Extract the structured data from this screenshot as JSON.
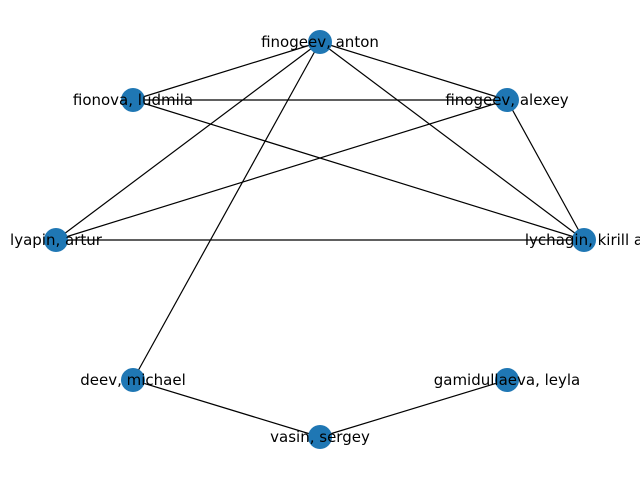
{
  "graph": {
    "node_color": "#1f77b4",
    "edge_color": "#000000",
    "nodes": [
      {
        "id": "anton",
        "label": "finogeev, anton"
      },
      {
        "id": "ludmila",
        "label": "fionova, ludmila"
      },
      {
        "id": "alexey",
        "label": "finogeev, alexey"
      },
      {
        "id": "artur",
        "label": "lyapin, artur"
      },
      {
        "id": "kirill",
        "label": "lychagin, kirill a"
      },
      {
        "id": "michael",
        "label": "deev, michael"
      },
      {
        "id": "leyla",
        "label": "gamidullaeva, leyla"
      },
      {
        "id": "sergey",
        "label": "vasin, sergey"
      }
    ],
    "edges": [
      [
        "anton",
        "ludmila"
      ],
      [
        "anton",
        "alexey"
      ],
      [
        "anton",
        "artur"
      ],
      [
        "anton",
        "kirill"
      ],
      [
        "anton",
        "michael"
      ],
      [
        "ludmila",
        "alexey"
      ],
      [
        "ludmila",
        "kirill"
      ],
      [
        "alexey",
        "artur"
      ],
      [
        "alexey",
        "kirill"
      ],
      [
        "artur",
        "kirill"
      ],
      [
        "michael",
        "sergey"
      ],
      [
        "leyla",
        "sergey"
      ]
    ]
  }
}
